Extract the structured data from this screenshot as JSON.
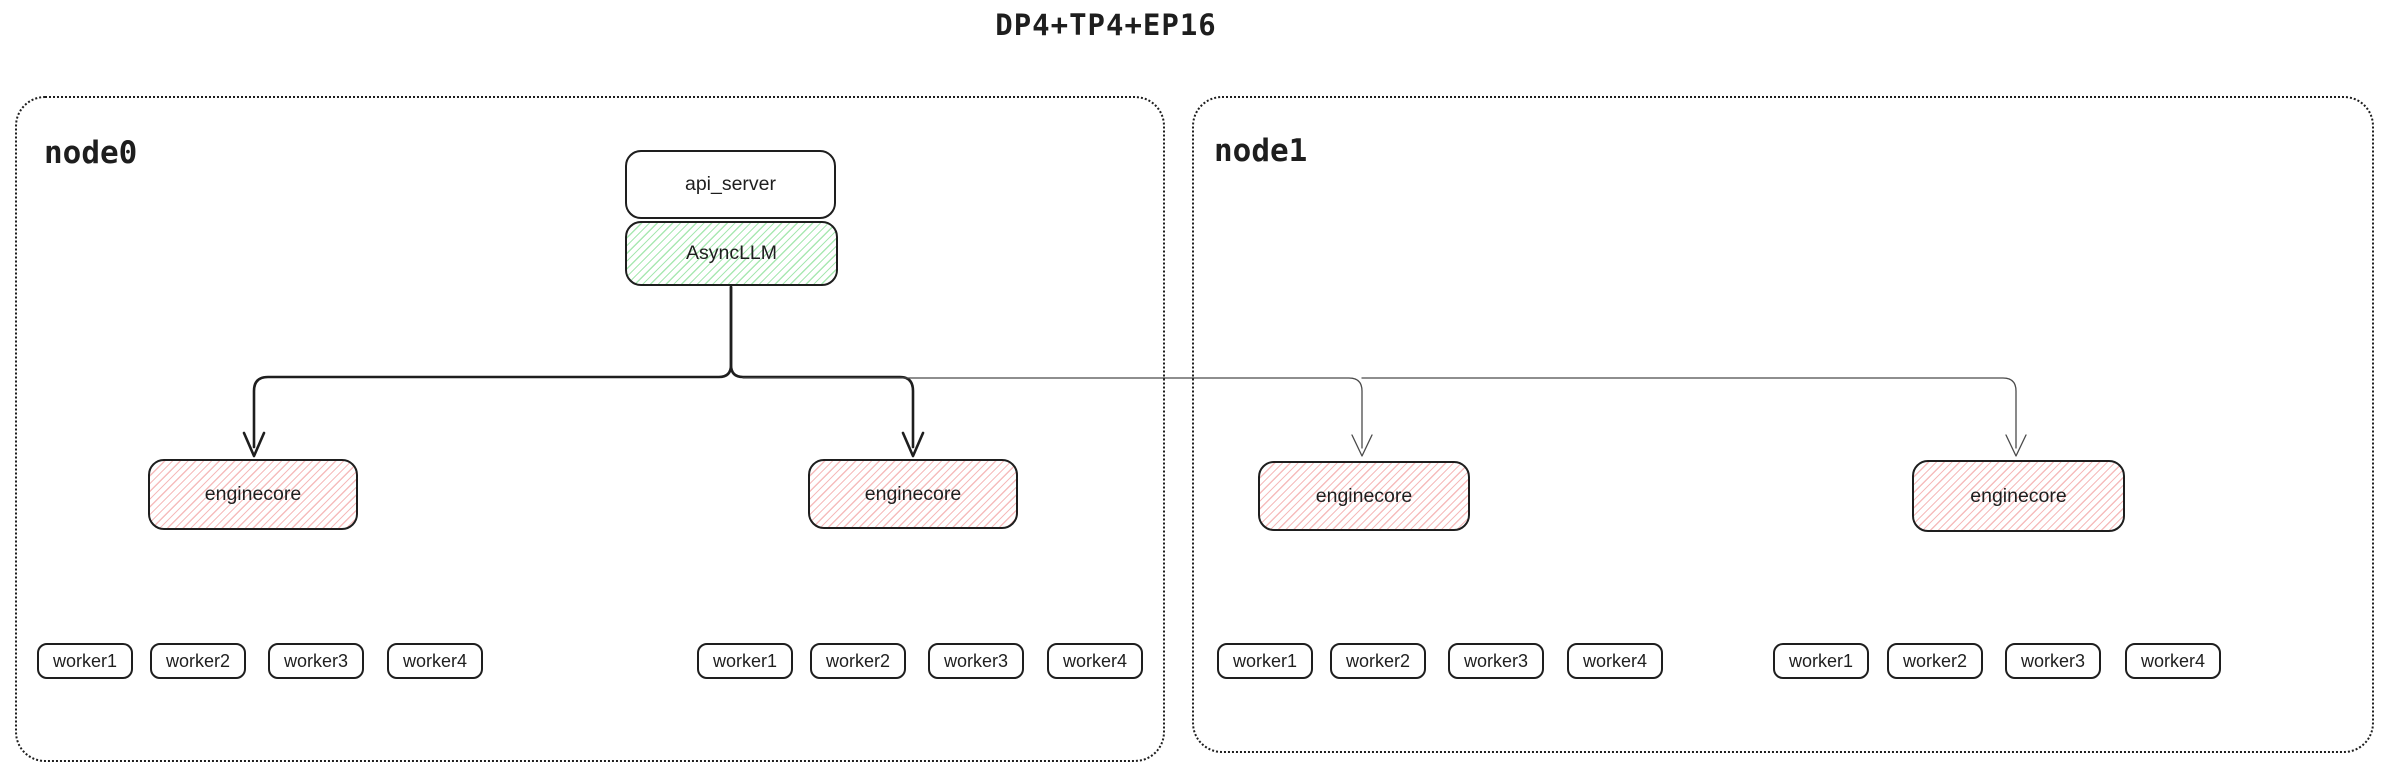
{
  "title": "DP4+TP4+EP16",
  "colors": {
    "ink": "#1e1e1e",
    "green_hatch": "#a9e8b2",
    "red_hatch": "#f6bcbc",
    "thin_line": "#4a4a4a",
    "background": "#ffffff"
  },
  "node0": {
    "label": "node0",
    "api_server": {
      "label": "api_server"
    },
    "async_llm": {
      "label": "AsyncLLM"
    },
    "enginecores": [
      {
        "label": "enginecore",
        "workers": [
          "worker1",
          "worker2",
          "worker3",
          "worker4"
        ]
      },
      {
        "label": "enginecore",
        "workers": [
          "worker1",
          "worker2",
          "worker3",
          "worker4"
        ]
      }
    ]
  },
  "node1": {
    "label": "node1",
    "enginecores": [
      {
        "label": "enginecore",
        "workers": [
          "worker1",
          "worker2",
          "worker3",
          "worker4"
        ]
      },
      {
        "label": "enginecore",
        "workers": [
          "worker1",
          "worker2",
          "worker3",
          "worker4"
        ]
      }
    ]
  }
}
